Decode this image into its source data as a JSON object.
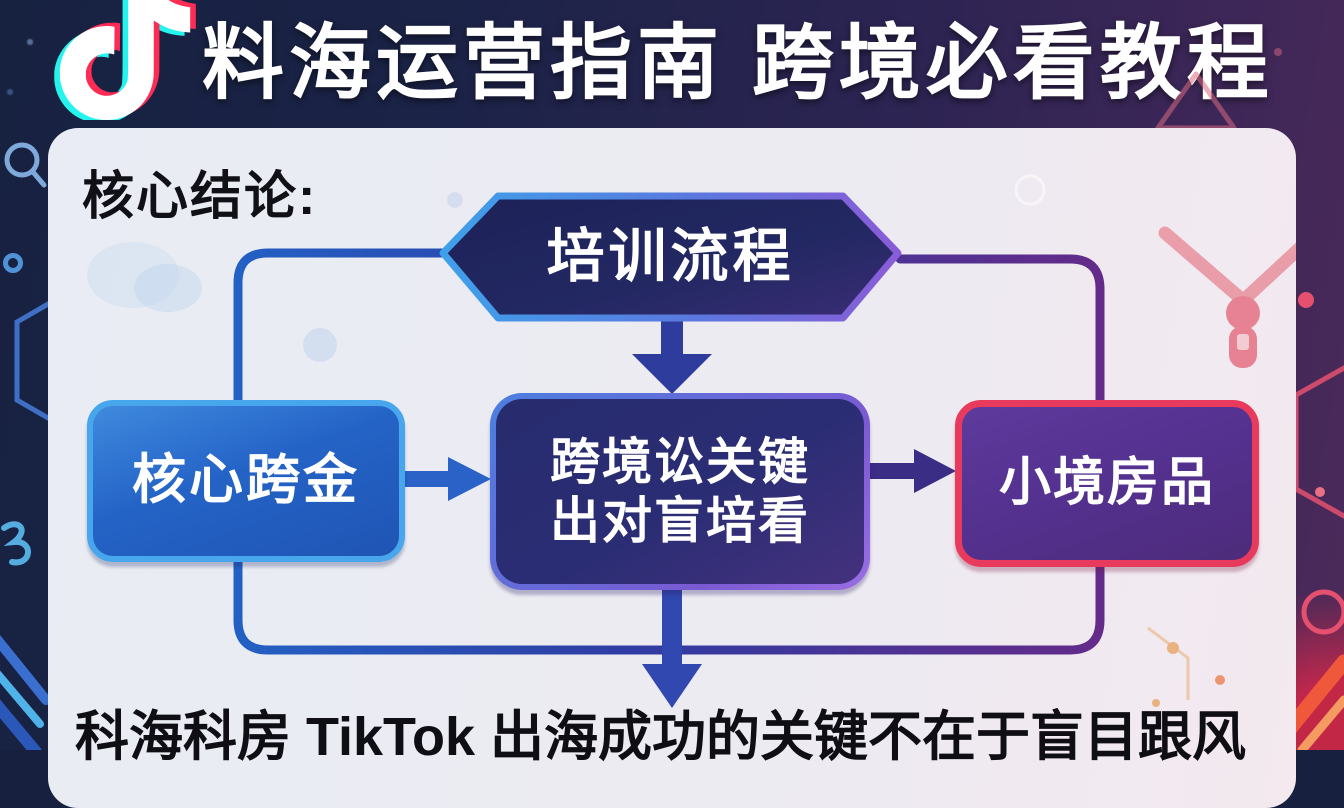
{
  "header": {
    "title": "料海运营指南 跨境必看教程",
    "logo": "tiktok-note"
  },
  "card": {
    "heading": "核心结论:",
    "flow": {
      "process_node": "培训流程",
      "left_node": "核心跨金",
      "center_node_line1": "跨境讼关键",
      "center_node_line2": "出对盲培看",
      "right_node": "小境房品"
    },
    "conclusion": "科海科房 TikTok 出海成功的关键不在于盲目跟风"
  },
  "colors": {
    "tiktok_cyan": "#25f4ee",
    "tiktok_red": "#fe2c55",
    "card_bg": "#eceaf2",
    "left_node_fill": "#2463c6",
    "left_node_border": "#47a6ec",
    "center_node_fill": "#272c6e",
    "right_node_fill": "#54318f",
    "right_node_border": "#e83a5c",
    "hex_fill": "#232863",
    "connector_blue": "#2360c4",
    "connector_purple": "#642b8a"
  }
}
